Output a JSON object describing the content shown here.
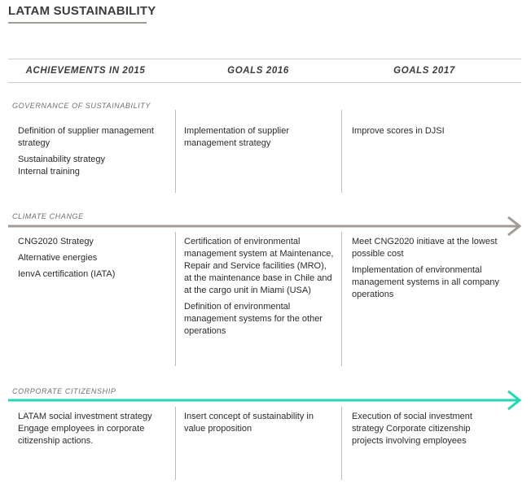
{
  "page": {
    "title": "LATAM SUSTAINABILITY"
  },
  "columns": [
    "ACHIEVEMENTS IN 2015",
    "GOALS 2016",
    "GOALS 2017"
  ],
  "colors": {
    "climate_arrow": "#a19d96",
    "citizenship_arrow": "#1fd8b6",
    "rules": "#cfcfcf"
  },
  "sections": [
    {
      "label": "GOVERNANCE OF SUSTAINABILITY",
      "cells": [
        [
          "Definition of supplier management strategy",
          "Sustainability strategy\nInternal training"
        ],
        [
          "Implementation of supplier management strategy"
        ],
        [
          "Improve scores in DJSI"
        ]
      ]
    },
    {
      "label": "CLIMATE CHANGE",
      "cells": [
        [
          "CNG2020 Strategy",
          "Alternative energies",
          "IenvA certification (IATA)"
        ],
        [
          "Certification of environmental management system at Maintenance, Repair and Service facilities (MRO), at the maintenance base in Chile and at the cargo unit in Miami (USA)",
          "Definition of environmental management systems for the other operations"
        ],
        [
          "Meet CNG2020 initiave at the lowest possible cost",
          "Implementation of environmental management systems in all company operations"
        ]
      ]
    },
    {
      "label": "CORPORATE CITIZENSHIP",
      "cells": [
        [
          "LATAM social investment strategy Engage employees in corporate citizenship actions."
        ],
        [
          "Insert concept of sustainability in value proposition"
        ],
        [
          "Execution of social investment strategy Corporate citizenship projects involving employees"
        ]
      ]
    }
  ]
}
